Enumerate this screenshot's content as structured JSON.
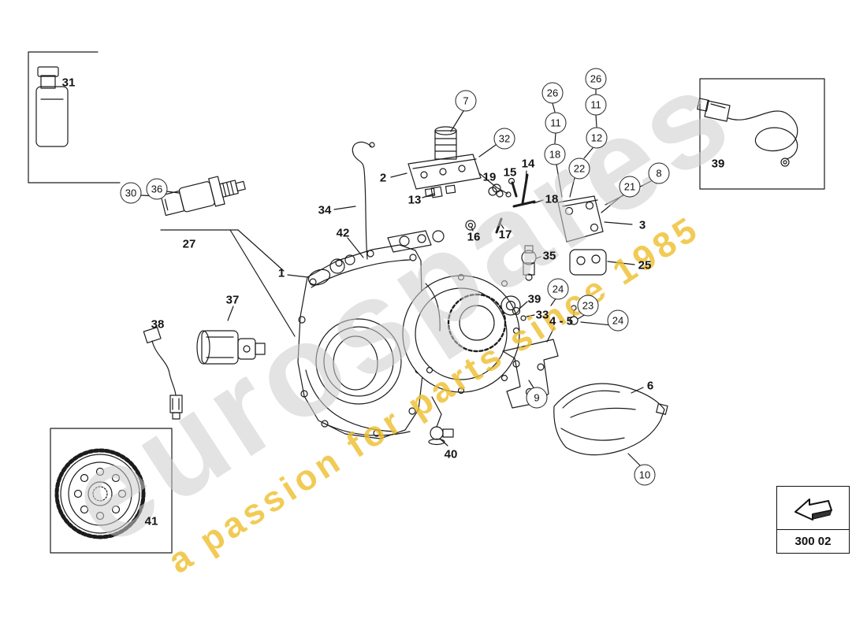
{
  "watermark": {
    "brand": "eurospares",
    "tagline": "a passion for parts since 1985"
  },
  "code_box": {
    "code": "300 02",
    "icon": "direction-arrow"
  },
  "callouts": {
    "plain": [
      "31",
      "27",
      "37",
      "38",
      "41",
      "34",
      "42",
      "1",
      "2",
      "13",
      "19",
      "15",
      "14",
      "16",
      "17",
      "18",
      "3",
      "25",
      "35",
      "39",
      "33",
      "4 - 5",
      "40",
      "6",
      "39"
    ],
    "circled": [
      "7",
      "32",
      "26",
      "11",
      "18",
      "26",
      "11",
      "12",
      "22",
      "21",
      "8",
      "24",
      "23",
      "24",
      "9",
      "10",
      "30",
      "36"
    ]
  },
  "colors": {
    "line": "#1c1c1c",
    "watermark_gray": "#cccccc",
    "watermark_yellow": "#edbe2c"
  }
}
